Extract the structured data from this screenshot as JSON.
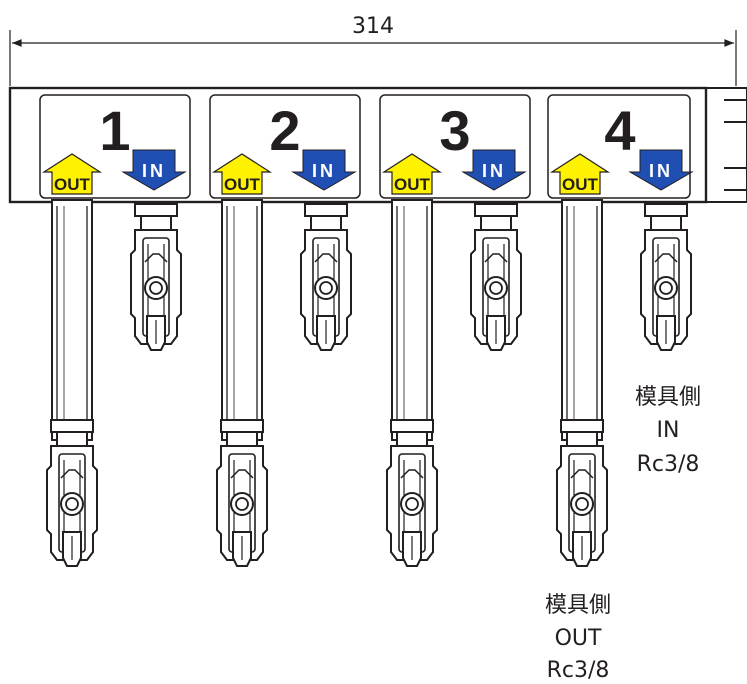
{
  "dimension": {
    "value": "314"
  },
  "ports": [
    {
      "number": "1",
      "out_label": "OUT",
      "in_label": "IN"
    },
    {
      "number": "2",
      "out_label": "OUT",
      "in_label": "IN"
    },
    {
      "number": "3",
      "out_label": "OUT",
      "in_label": "IN"
    },
    {
      "number": "4",
      "out_label": "OUT",
      "in_label": "IN"
    }
  ],
  "annotations": {
    "in_side": {
      "line1": "模具側",
      "line2": "IN",
      "line3": "Rc3/8"
    },
    "out_side": {
      "line1": "模具側",
      "line2": "OUT",
      "line3": "Rc3/8"
    }
  },
  "colors": {
    "out_arrow": "#fff200",
    "in_arrow": "#1f4fb3",
    "outline": "#231f20",
    "body": "#ffffff"
  },
  "icons": [
    "out-arrow-icon",
    "in-arrow-icon",
    "ball-valve-icon"
  ]
}
